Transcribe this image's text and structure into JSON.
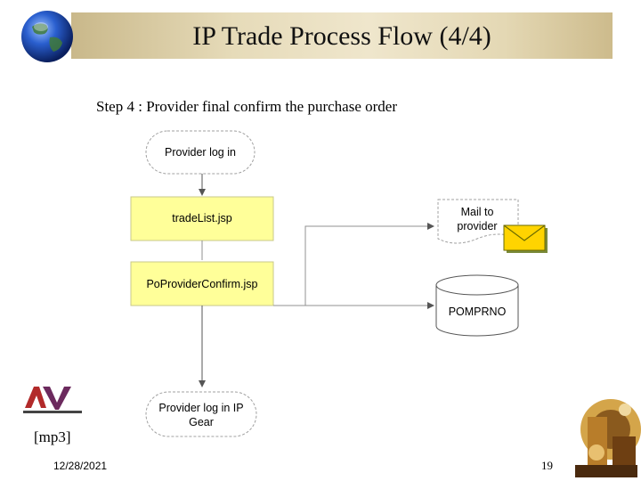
{
  "slide": {
    "title": "IP Trade Process Flow (4/4)",
    "subtitle": "Step 4 : Provider final confirm the purchase order",
    "audio_label": "[mp3]",
    "date": "12/28/2021",
    "page_number": "19"
  },
  "diagram": {
    "start_node": "Provider log in",
    "step1": "tradeList.jsp",
    "step2": "PoProviderConfirm.jsp",
    "end_node_line1": "Provider log in IP",
    "end_node_line2": "Gear",
    "mail_line1": "Mail to",
    "mail_line2": "provider",
    "database": "POMPRNO"
  },
  "colors": {
    "process_box_fill": "#ffff99",
    "process_box_border": "#c9c98a",
    "connector": "#909090"
  },
  "icons": [
    "globe-icon",
    "company-logo",
    "envelope-icon",
    "decorative-machinery-image"
  ]
}
